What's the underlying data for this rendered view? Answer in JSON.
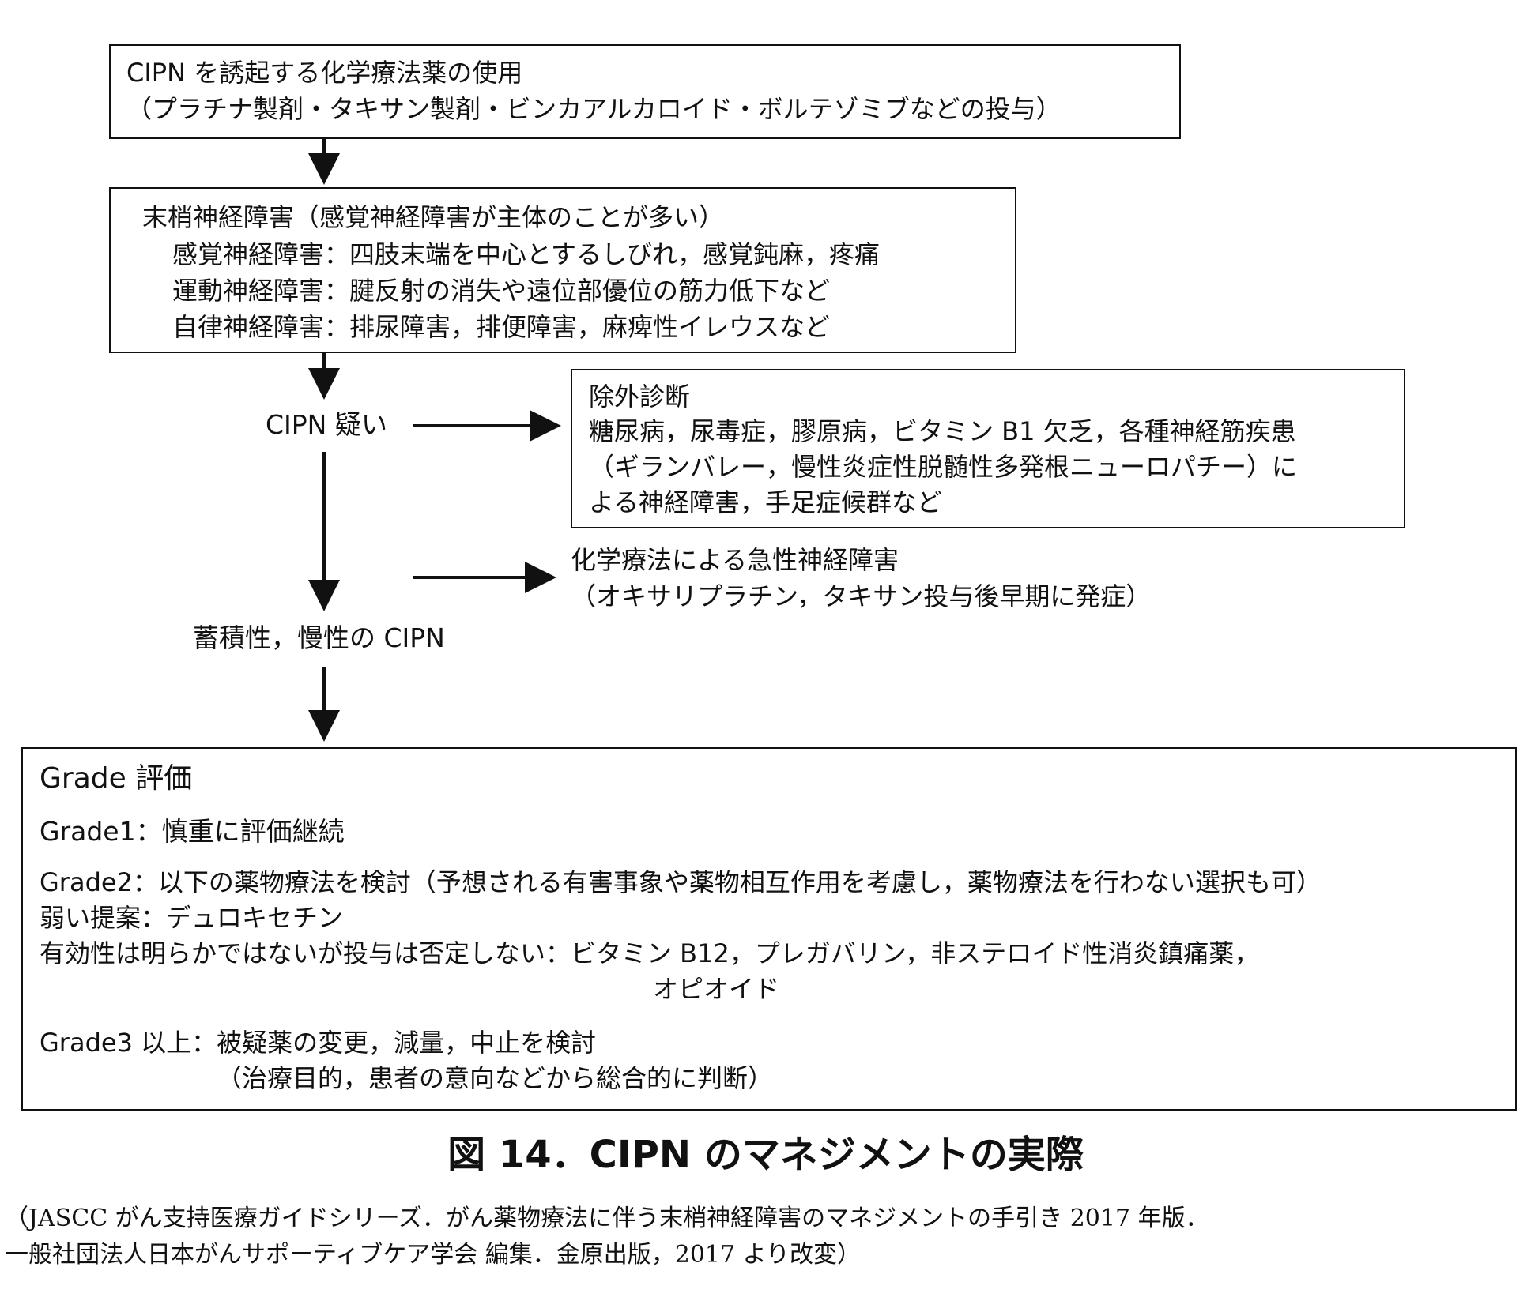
{
  "box1": {
    "lines": [
      "CIPN を誘起する化学療法薬の使用",
      "（プラチナ製剤・タキサン製剤・ビンカアルカロイド・ボルテゾミブなどの投与）"
    ]
  },
  "box2": {
    "heading": "末梢神経障害（感覚神経障害が主体のことが多い）",
    "items": [
      "感覚神経障害：四肢末端を中心とするしびれ，感覚鈍麻，疼痛",
      "運動神経障害：腱反射の消失や遠位部優位の筋力低下など",
      "自律神経障害：排尿障害，排便障害，麻痺性イレウスなど"
    ]
  },
  "suspect_label": "CIPN 疑い",
  "exclusion": {
    "title": "除外診断",
    "lines": [
      "糖尿病，尿毒症，膠原病，ビタミン B1 欠乏，各種神経筋疾患",
      "（ギランバレー，慢性炎症性脱髄性多発根ニューロパチー）に",
      "よる神経障害，手足症候群など"
    ]
  },
  "acute": {
    "lines": [
      "化学療法による急性神経障害",
      "（オキサリプラチン，タキサン投与後早期に発症）"
    ]
  },
  "chronic_label": "蓄積性，慢性の CIPN",
  "grade_box": {
    "title": "Grade 評価",
    "grade1": "Grade1：慎重に評価継続",
    "grade2_lines": [
      "Grade2：以下の薬物療法を検討（予想される有害事象や薬物相互作用を考慮し，薬物療法を行わない選択も可）",
      "弱い提案：デュロキセチン",
      "有効性は明らかではないが投与は否定しない：ビタミン B12，プレガバリン，非ステロイド性消炎鎮痛薬，"
    ],
    "grade2_cont": "オピオイド",
    "grade3_lines": [
      "Grade3 以上：被疑薬の変更，減量，中止を検討"
    ],
    "grade3_cont": "（治療目的，患者の意向などから総合的に判断）"
  },
  "figure_title": "図 14．CIPN のマネジメントの実際",
  "caption_lines": [
    "（JASCC がん支持医療ガイドシリーズ．がん薬物療法に伴う末梢神経障害のマネジメントの手引き 2017 年版．",
    "一般社団法人日本がんサポーティブケア学会 編集．金原出版，2017 より改変）"
  ]
}
